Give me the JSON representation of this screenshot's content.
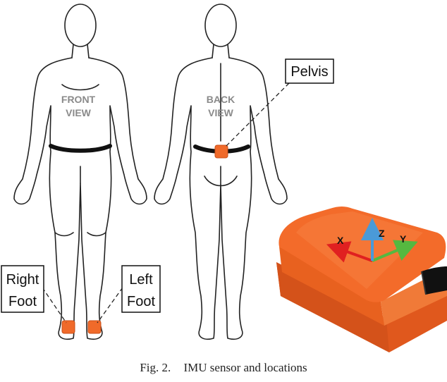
{
  "figure": {
    "front_label_line1": "FRONT",
    "front_label_line2": "VIEW",
    "back_label_line1": "BACK",
    "back_label_line2": "VIEW",
    "callouts": {
      "pelvis": "Pelvis",
      "right_foot_line1": "Right",
      "right_foot_line2": "Foot",
      "left_foot_line1": "Left",
      "left_foot_line2": "Foot"
    },
    "axes": {
      "x": "X",
      "y": "Y",
      "z": "Z"
    },
    "colors": {
      "sensor": "#f06a2a",
      "sensor_dark": "#c84f18",
      "belt": "#111111",
      "axis_x": "#e02020",
      "axis_y": "#55b840",
      "axis_z": "#4a9ad8",
      "view_label": "#8a8a8a"
    }
  },
  "caption": {
    "figure_number": "Fig. 2.",
    "text": "IMU sensor and locations"
  }
}
